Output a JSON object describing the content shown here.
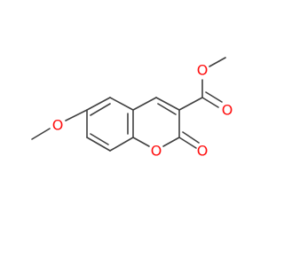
{
  "molecule": {
    "atoms": {
      "ring_oxygen": {
        "symbol": "O",
        "color": "#ff0d0d"
      },
      "carbonyl_oxygen": {
        "symbol": "O",
        "color": "#ff0d0d"
      },
      "ester_carbonyl_oxygen": {
        "symbol": "O",
        "color": "#ff0d0d"
      },
      "ester_oxygen": {
        "symbol": "O",
        "color": "#ff0d0d"
      },
      "methoxy_oxygen": {
        "symbol": "O",
        "color": "#ff0d0d"
      }
    },
    "bond_color": "#404040"
  }
}
